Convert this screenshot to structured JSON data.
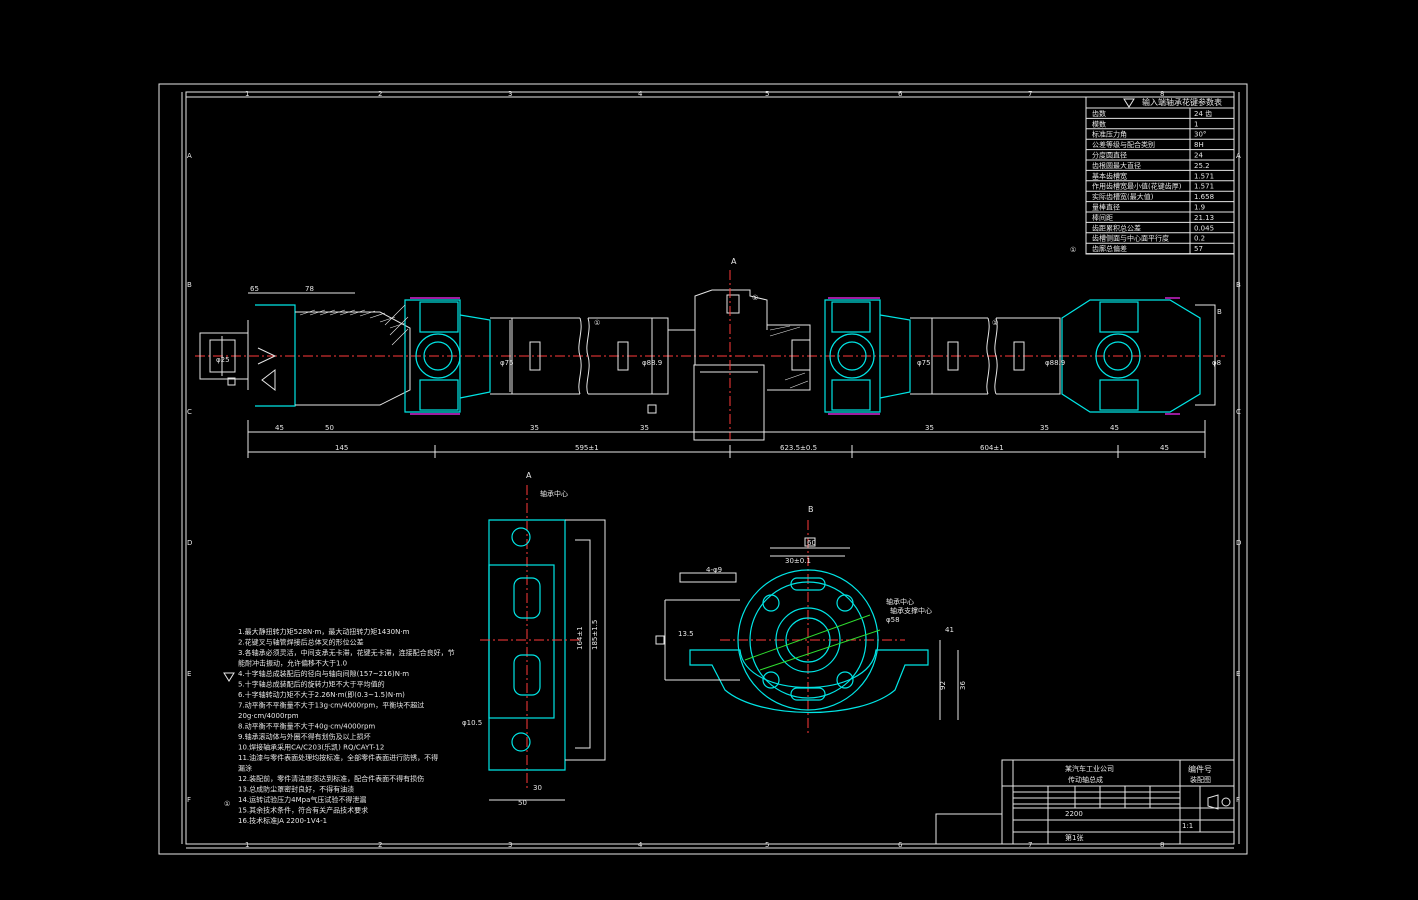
{
  "zones": {
    "top": [
      "1",
      "2",
      "3",
      "4",
      "5",
      "6",
      "7",
      "8"
    ],
    "side": [
      "A",
      "B",
      "C",
      "D",
      "E",
      "F"
    ]
  },
  "spec_table": {
    "title": "输入端轴承花键参数表",
    "rows": [
      {
        "label": "齿数",
        "value": "24 齿"
      },
      {
        "label": "模数",
        "value": "1"
      },
      {
        "label": "标准压力角",
        "value": "30°"
      },
      {
        "label": "公差等级与配合类别",
        "value": "8H"
      },
      {
        "label": "分度圆直径",
        "value": "24"
      },
      {
        "label": "齿根圆最大直径",
        "value": "25.2"
      },
      {
        "label": "基本齿槽宽",
        "value": "1.571"
      },
      {
        "label": "作用齿槽宽最小值(花键齿厚)",
        "value": "1.571"
      },
      {
        "label": "实际齿槽宽(最大值)",
        "value": "1.658"
      },
      {
        "label": "量棒直径",
        "value": "1.9"
      },
      {
        "label": "棒间距",
        "value": "21.13"
      },
      {
        "label": "齿距累积总公差",
        "value": "0.045"
      },
      {
        "label": "齿槽侧面与中心面平行度",
        "value": "0.2"
      },
      {
        "label": "齿廓总偏差",
        "value": "57"
      }
    ]
  },
  "main_view": {
    "section_mark": "A",
    "section_b_mark": "B",
    "balloon": "①",
    "dims_top": [
      "65",
      "78"
    ],
    "dims_bottom": [
      "45",
      "50",
      "35",
      "35",
      "35",
      "35",
      "45"
    ],
    "dims_overall": [
      "145",
      "595±1",
      "623.5±0.5",
      "604±1",
      "45"
    ],
    "dims_vertical": [
      "φ25",
      "φ75",
      "φ88.9",
      "φ75",
      "φ88.9",
      "φ8"
    ]
  },
  "view_a": {
    "label": "A",
    "note": "轴承中心",
    "dims": [
      "185±1.5",
      "164±1",
      "50",
      "30",
      "φ10.5"
    ]
  },
  "view_b": {
    "label": "B",
    "dims": [
      "60",
      "30±0.1",
      "4-φ9",
      "φ58",
      "13.5",
      "41",
      "92",
      "36"
    ],
    "notes": [
      "轴承中心",
      "轴承支撑中心"
    ]
  },
  "notes": [
    "1.最大静扭转力矩528N·m，最大动扭转力矩1430N·m",
    "2.花键叉与轴管焊接后总体叉的形位公差",
    "3.各轴承必须灵活，中间支承无卡滞，花键无卡滞，连接配合良好，节",
    "  能耐冲击振动，允许偏移不大于1.0",
    "4.十字轴总成装配后的径向与轴向间隙(157~216)N·m",
    "5.十字轴总成装配后的旋转力矩不大于平均值的",
    "6.十字轴转动力矩不大于2.26N·m(即(0.3~1.5)N·m)",
    "7.动平衡不平衡量不大于13g·cm/4000rpm，平衡块不超过",
    "  20g·cm/4000rpm",
    "8.动平衡不平衡量不大于40g·cm/4000rpm",
    "9.轴承滚动体与外圈不得有划伤及以上损坏",
    "10.焊接轴承采用CA/C203(乐凯)  RQ/CAYT-12",
    "11.油漆与零件表面处理均按标准，全部零件表面进行防锈，不得",
    "  漏涂",
    "12.装配前，零件清洁度须达到标准，配合件表面不得有损伤",
    "13.总成防尘罩密封良好，不得有油渍",
    "14.运转试验压力4Mpa气压试验不得泄漏",
    "15.其余技术条件，符合有关产品技术要求",
    "16.技术标准JA 2200-1V4-1"
  ],
  "title_block": {
    "company": "某汽车工业公司",
    "part_name": "传动轴总成",
    "drawing_no": "编件号",
    "part_no": "装配图",
    "material": "2200",
    "sheet": "第1张",
    "scale": "1:1"
  }
}
